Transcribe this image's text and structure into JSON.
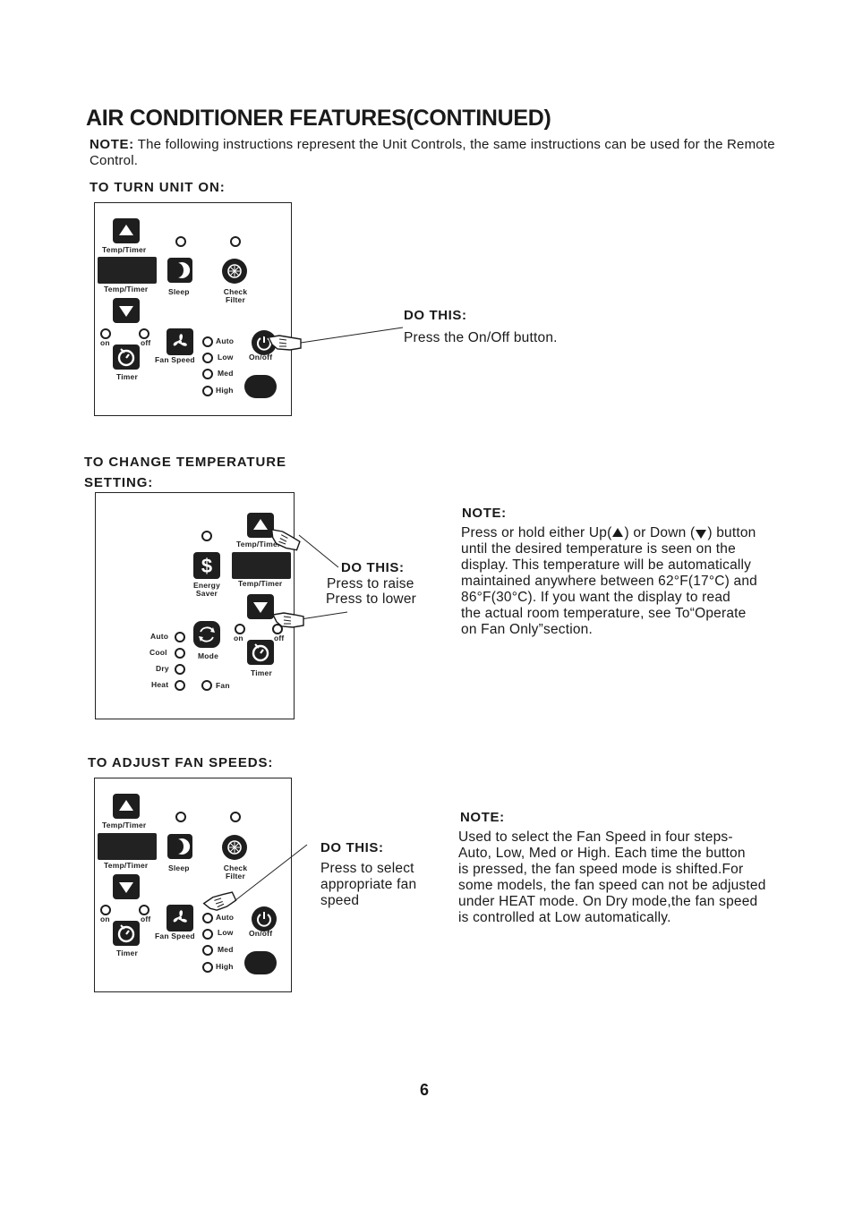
{
  "title": "AIR CONDITIONER FEATURES(CONTINUED)",
  "intro": {
    "note_label": "NOTE:",
    "text": " The following instructions represent the Unit Controls, the same instructions can be used for the Remote Control."
  },
  "labels": {
    "temp_timer": "Temp/Timer",
    "sleep": "Sleep",
    "check": "Check",
    "filter": "Filter",
    "on": "on",
    "off": "off",
    "timer": "Timer",
    "fan_speed": "Fan Speed",
    "auto": "Auto",
    "low": "Low",
    "med": "Med",
    "high": "High",
    "on_off": "On/off",
    "energy": "Energy",
    "saver": "Saver",
    "mode": "Mode",
    "cool": "Cool",
    "dry": "Dry",
    "heat": "Heat",
    "fan": "Fan"
  },
  "section1": {
    "heading": "TO TURN UNIT ON:",
    "do_this": "DO THIS:",
    "instruction": "Press the On/Off button."
  },
  "section2": {
    "heading_line1": "TO CHANGE TEMPERATURE",
    "heading_line2": "SETTING:",
    "do_this": "DO THIS:",
    "raise": "Press to raise",
    "lower": "Press to lower",
    "note_label": "NOTE:",
    "note_p1": "Press or hold either Up(",
    "note_p2": ") or Down (",
    "note_p3": ") button",
    "note_lines": [
      "until the desired temperature is seen on the",
      "display. This temperature will be automatically",
      "maintained anywhere between 62°F(17°C) and",
      "86°F(30°C). If you want the display to read",
      "the actual room temperature, see  To“Operate",
      "on Fan Only”section."
    ]
  },
  "section3": {
    "heading": "TO ADJUST FAN SPEEDS:",
    "do_this": "DO THIS:",
    "instruction_lines": [
      "Press to select",
      "appropriate fan",
      "speed"
    ],
    "note_label": "NOTE:",
    "note_lines": [
      "Used to select the Fan Speed in four steps-",
      "Auto, Low, Med or High. Each time the button",
      "is pressed, the fan speed mode is shifted.For",
      "some models, the fan speed can not be adjusted",
      "under HEAT mode. On Dry mode,the fan speed",
      "is controlled at Low automatically."
    ]
  },
  "page_number": "6",
  "icons": [
    "up-arrow-icon",
    "down-arrow-icon",
    "moon-icon",
    "filter-icon",
    "timer-icon",
    "fan-icon",
    "power-icon",
    "dollar-icon",
    "mode-icon",
    "pointing-hand-icon"
  ]
}
